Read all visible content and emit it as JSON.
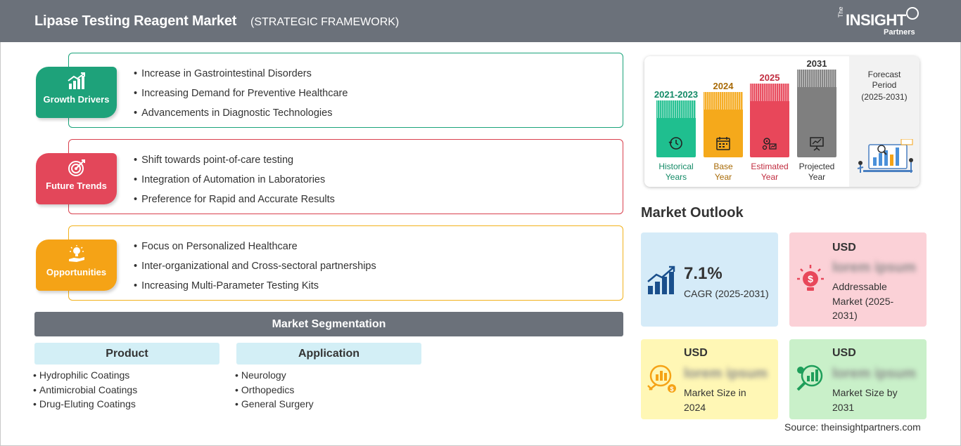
{
  "header": {
    "title": "Lipase Testing Reagent Market",
    "subtitle": "(STRATEGIC FRAMEWORK)",
    "logo": {
      "line1": "The",
      "line2": "INSIGHT",
      "line3": "Partners"
    }
  },
  "framework": [
    {
      "label": "Growth Drivers",
      "icon": "growth-chart-icon",
      "color": "#1ea27a",
      "items": [
        "Increase in Gastrointestinal Disorders",
        "Increasing Demand for Preventive Healthcare",
        "Advancements in Diagnostic Technologies"
      ]
    },
    {
      "label": "Future Trends",
      "icon": "target-icon",
      "color": "#e3475a",
      "items": [
        "Shift towards point-of-care testing",
        "Integration of Automation in Laboratories",
        "Preference for Rapid and Accurate Results"
      ]
    },
    {
      "label": "Opportunities",
      "icon": "lightbulb-hand-icon",
      "color": "#f5a316",
      "items": [
        "Focus on Personalized Healthcare",
        "Inter-organizational and Cross-sectoral partnerships",
        "Increasing Multi-Parameter Testing Kits"
      ]
    }
  ],
  "segmentation": {
    "title": "Market Segmentation",
    "groups": [
      {
        "name": "Product",
        "items": [
          "Hydrophilic Coatings",
          "Antimicrobial Coatings",
          "Drug-Eluting Coatings"
        ]
      },
      {
        "name": "Application",
        "items": [
          "Neurology",
          "Orthopedics",
          "General Surgery"
        ]
      }
    ]
  },
  "timeline": {
    "forecast": {
      "line1": "Forecast",
      "line2": "Period",
      "years": "(2025-2031)"
    },
    "bars": [
      {
        "year": "2021-2023",
        "label1": "Historical",
        "label2": "Years",
        "color": "#1fbf8f",
        "text_color": "#138a66",
        "icon": "history-clock-icon"
      },
      {
        "year": "2024",
        "label1": "Base",
        "label2": "Year",
        "color": "#f5a91b",
        "text_color": "#a86a06",
        "icon": "calendar-icon"
      },
      {
        "year": "2025",
        "label1": "Estimated",
        "label2": "Year",
        "color": "#e8475a",
        "text_color": "#c12d40",
        "icon": "gears-chart-icon"
      },
      {
        "year": "2031",
        "label1": "Projected",
        "label2": "Year",
        "color": "#7f7f7f",
        "text_color": "#333333",
        "icon": "presentation-board-icon"
      }
    ]
  },
  "outlook": {
    "title": "Market Outlook",
    "cagr": {
      "value": "7.1%",
      "label": "CAGR (2025-2031)",
      "icon": "bar-growth-icon"
    },
    "addressable": {
      "usd": "USD",
      "value": "lorem ipsum",
      "label1": "Addressable",
      "label2": "Market (2025-",
      "label3": "2031)",
      "icon": "dollar-bulb-icon"
    },
    "size2024": {
      "usd": "USD",
      "value": "lorem ipsum",
      "label1": "Market Size in",
      "label2": "2024",
      "icon": "money-chart-icon"
    },
    "size2031": {
      "usd": "USD",
      "value": "lorem ipsum",
      "label1": "Market Size by",
      "label2": "2031",
      "icon": "growth-magnifier-icon"
    }
  },
  "source": "Source: theinsightpartners.com"
}
